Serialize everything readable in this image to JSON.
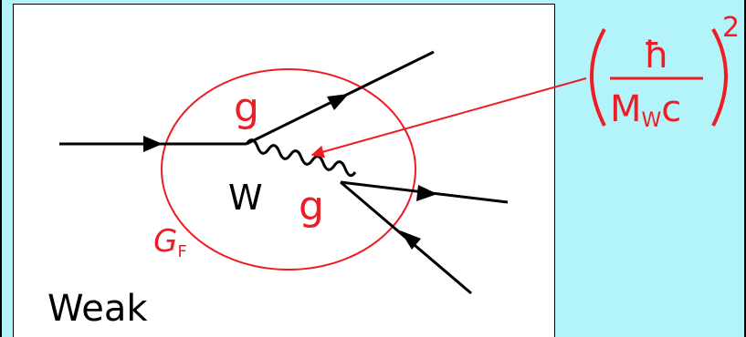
{
  "labels": {
    "coupling_top": "g",
    "coupling_bottom": "g",
    "boson": "W",
    "fermi_constant": "G",
    "fermi_subscript": "F",
    "interaction": "Weak"
  },
  "formula": {
    "numerator": "ħ",
    "denominator_main": "M",
    "denominator_subscript": "W",
    "denominator_tail": "c",
    "exponent": "2"
  },
  "colors": {
    "background": "#b3f4fb",
    "panel": "#ffffff",
    "accent_red": "#ee1d23",
    "lines": "#000000"
  }
}
